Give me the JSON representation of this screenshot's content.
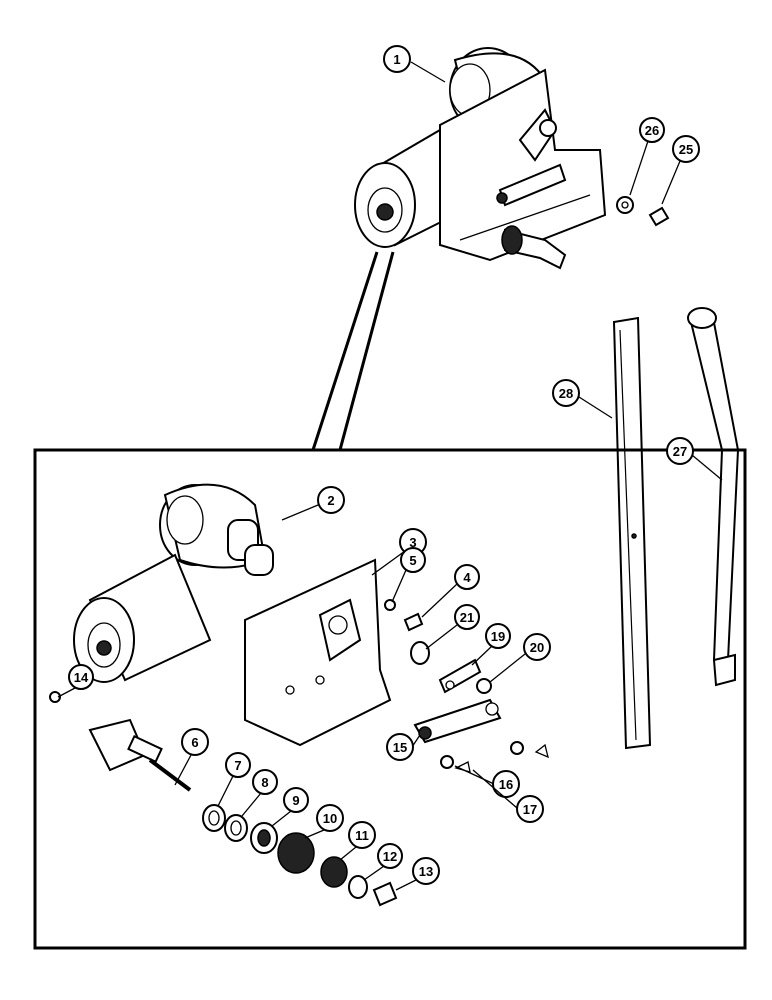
{
  "callouts": [
    {
      "id": "c1",
      "label": "1"
    },
    {
      "id": "c2",
      "label": "2"
    },
    {
      "id": "c3",
      "label": "3"
    },
    {
      "id": "c4",
      "label": "4"
    },
    {
      "id": "c5",
      "label": "5"
    },
    {
      "id": "c6",
      "label": "6"
    },
    {
      "id": "c7",
      "label": "7"
    },
    {
      "id": "c8",
      "label": "8"
    },
    {
      "id": "c9",
      "label": "9"
    },
    {
      "id": "c10",
      "label": "10"
    },
    {
      "id": "c11",
      "label": "11"
    },
    {
      "id": "c12",
      "label": "12"
    },
    {
      "id": "c13",
      "label": "13"
    },
    {
      "id": "c14",
      "label": "14"
    },
    {
      "id": "c15",
      "label": "15"
    },
    {
      "id": "c16",
      "label": "16"
    },
    {
      "id": "c17",
      "label": "17"
    },
    {
      "id": "c19",
      "label": "19"
    },
    {
      "id": "c20",
      "label": "20"
    },
    {
      "id": "c21",
      "label": "21"
    },
    {
      "id": "c25",
      "label": "25"
    },
    {
      "id": "c26",
      "label": "26"
    },
    {
      "id": "c27",
      "label": "27"
    },
    {
      "id": "c28",
      "label": "28"
    }
  ],
  "colors": {
    "ink": "#000000",
    "paper": "#ffffff"
  }
}
